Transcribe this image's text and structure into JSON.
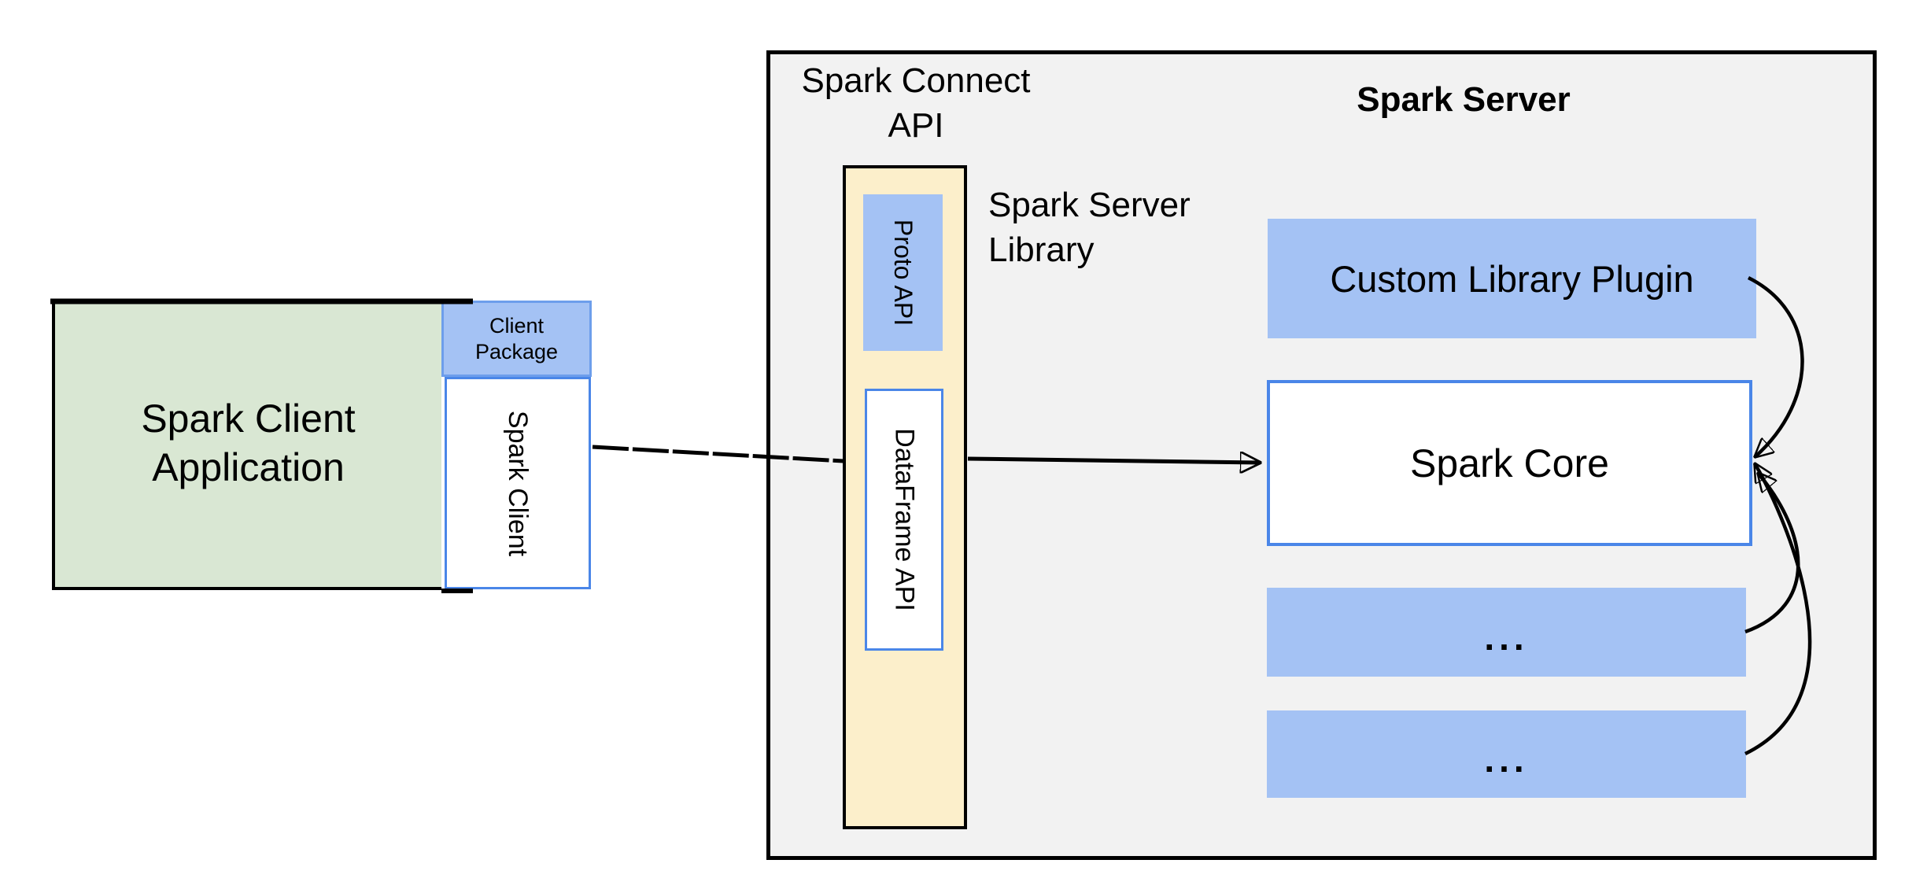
{
  "client": {
    "app_line1": "Spark Client",
    "app_line2": "Application",
    "package_line1": "Client",
    "package_line2": "Package",
    "library_label": "Spark Client"
  },
  "connect": {
    "title_line1": "Spark Connect",
    "title_line2": "API",
    "proto_label": "Proto API",
    "dataframe_label": "DataFrame API",
    "library_caption_line1": "Spark Server",
    "library_caption_line2": "Library"
  },
  "server": {
    "title": "Spark Server",
    "plugin_label": "Custom Library Plugin",
    "core_label": "Spark Core",
    "more_label_1": "...",
    "more_label_2": "..."
  },
  "colors": {
    "green_fill": "#d9e7d3",
    "blue_fill": "#a4c2f4",
    "blue_border": "#4a86e8",
    "package_border": "#6d9eeb",
    "cream_fill": "#fcefcb",
    "gray_fill": "#f2f2f2",
    "line_color": "#000000"
  }
}
